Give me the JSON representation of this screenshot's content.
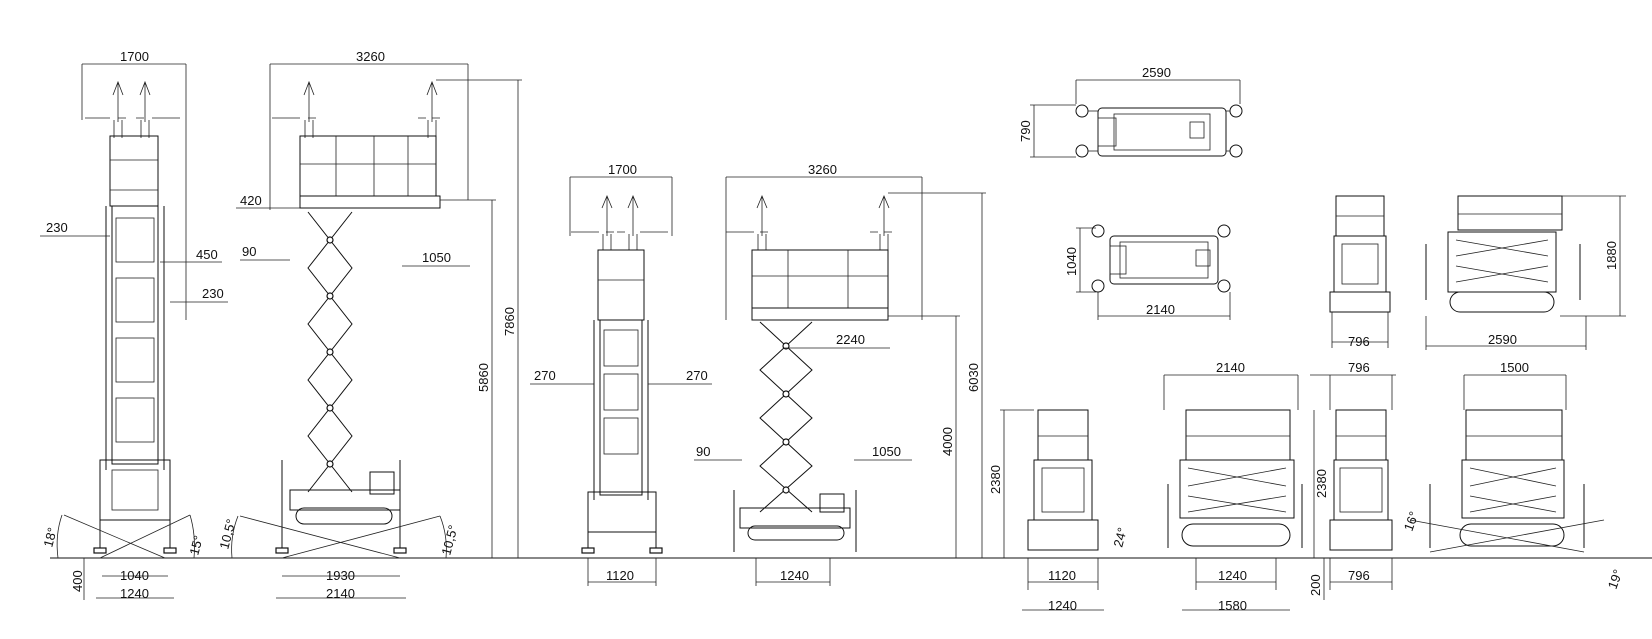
{
  "dimensions": {
    "v1_width_top": "1700",
    "v1_230_left": "230",
    "v1_450": "450",
    "v1_230_right": "230",
    "v1_angle_left": "18°",
    "v1_angle_right": "15°",
    "v1_400": "400",
    "v1_1040": "1040",
    "v1_1240": "1240",
    "v2_width_top": "3260",
    "v2_420": "420",
    "v2_90": "90",
    "v2_1050": "1050",
    "v2_angle_left": "10,5°",
    "v2_angle_right": "10,5°",
    "v2_1930": "1930",
    "v2_2140": "2140",
    "v2_5860": "5860",
    "v2_7860": "7860",
    "v3_width_top": "1700",
    "v3_270_left": "270",
    "v3_270_right": "270",
    "v3_1120": "1120",
    "v4_width_top": "3260",
    "v4_2240": "2240",
    "v4_90": "90",
    "v4_1050": "1050",
    "v4_1240": "1240",
    "v4_4000": "4000",
    "v4_6030": "6030",
    "t1_2590": "2590",
    "t1_790": "790",
    "t2_1040": "1040",
    "t2_2140": "2140",
    "s1_796": "796",
    "s2_1880": "1880",
    "s2_2590": "2590",
    "b1_2380": "2380",
    "b1_1120": "1120",
    "b1_1240": "1240",
    "b2_2140": "2140",
    "b2_angle": "24°",
    "b2_1240": "1240",
    "b2_1580": "1580",
    "b3_796_top": "796",
    "b3_2380": "2380",
    "b3_200": "200",
    "b3_796": "796",
    "b4_1500": "1500",
    "b4_angle_left": "16°",
    "b4_angle_right": "19°"
  }
}
